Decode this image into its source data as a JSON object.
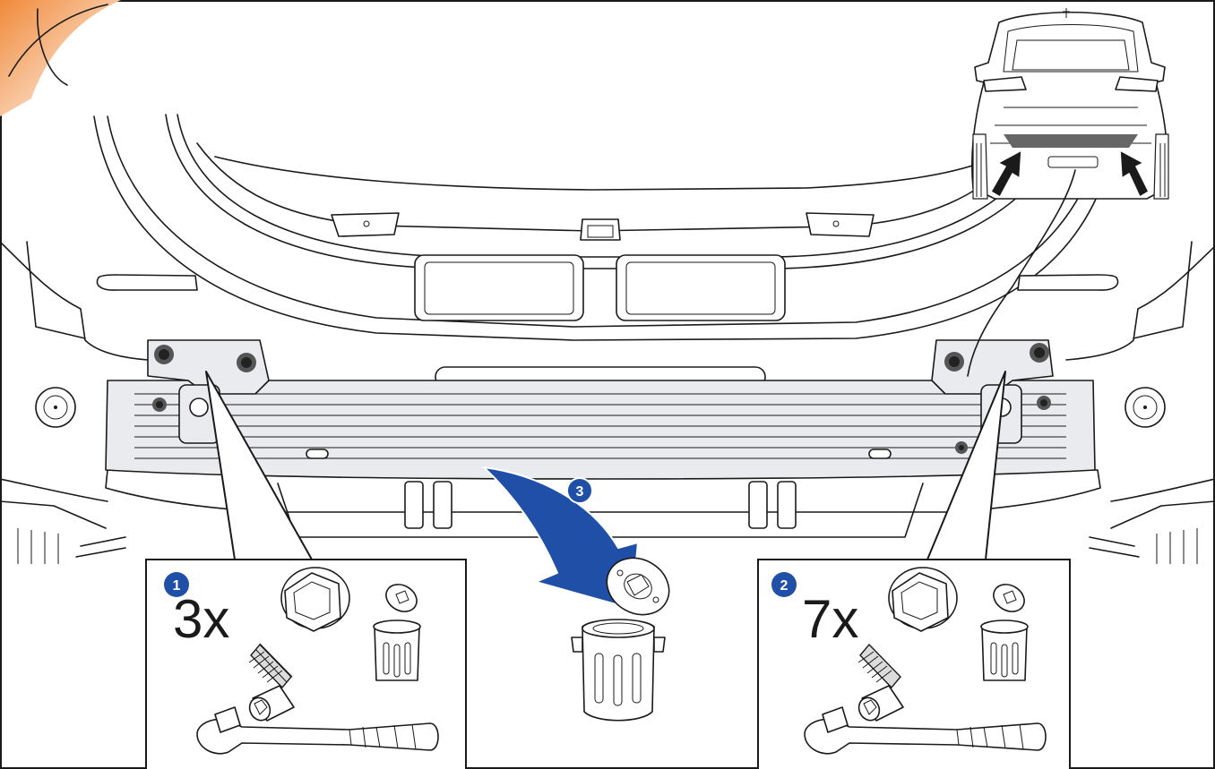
{
  "colors": {
    "accent_blue": "#1f4fa6",
    "step_badge": "#1f4fa6",
    "corner_tab": "#f6a25a",
    "bumper_beam": "#e9ebee",
    "line": "#1a1a1a"
  },
  "steps": [
    {
      "number": "1",
      "quantity": "3x",
      "icons": [
        "flange-bolt-icon",
        "ratchet-icon",
        "socket-icon",
        "clip-nut-icon"
      ]
    },
    {
      "number": "2",
      "quantity": "7x",
      "icons": [
        "flange-bolt-icon",
        "ratchet-icon",
        "socket-icon",
        "clip-nut-icon"
      ]
    },
    {
      "number": "3",
      "icons": [
        "remove-arrow-icon",
        "clip-nut-icon"
      ]
    }
  ]
}
